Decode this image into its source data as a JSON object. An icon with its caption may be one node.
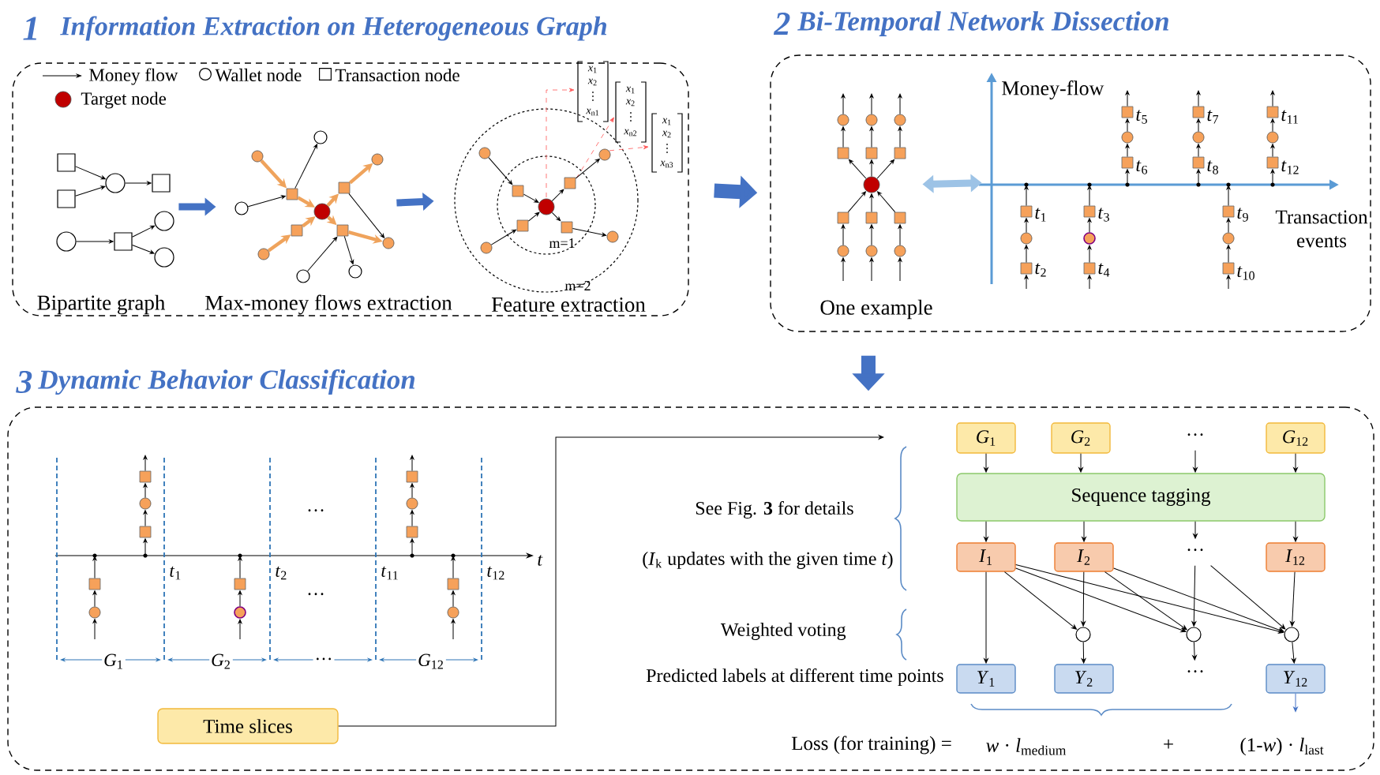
{
  "diagram": {
    "nodes": [
      {
        "text": [
          "1",
          "Information Extraction on Heterogeneous Graph"
        ]
      },
      {
        "text": [
          "2",
          "Bi-Temporal Network Dissection"
        ]
      },
      {
        "text": [
          "3",
          "Dynamic Behavior Classification"
        ]
      },
      {
        "text": [],
        "shape": "picture",
        "in": 0,
        "beside": [
          "Bipartite graph"
        ]
      },
      {
        "text": [],
        "shape": "picture",
        "in": 0,
        "beside": [
          "Max-money flows extraction"
        ]
      },
      {
        "text": [],
        "shape": "picture",
        "in": 0,
        "beside": [
          "Feature extraction"
        ]
      },
      {
        "text": [],
        "shape": "picture",
        "in": 1,
        "beside": [
          "One example"
        ]
      },
      {
        "text": [],
        "shape": "picture",
        "in": 1
      },
      {
        "text": [],
        "shape": "picture",
        "in": 2
      },
      {
        "text": [
          "Time slices"
        ],
        "in": 2
      },
      {
        "text": [
          "*G*$_{1}$"
        ],
        "in": 2
      },
      {
        "text": [
          "*G*$_{2}$"
        ],
        "in": 2
      },
      {
        "text": [
          "···"
        ],
        "in": 2
      },
      {
        "text": [
          "*G*$_{12}$"
        ],
        "in": 2
      },
      {
        "text": [
          "Sequence tagging"
        ],
        "in": 2
      },
      {
        "text": [
          "*I*$_{1}$"
        ],
        "in": 2
      },
      {
        "text": [
          "*I*$_{2}$"
        ],
        "in": 2
      },
      {
        "text": [
          "···"
        ],
        "in": 2
      },
      {
        "text": [
          "*I*$_{12}$"
        ],
        "in": 2
      },
      {
        "text": [],
        "shape": "circle",
        "in": 2
      },
      {
        "text": [],
        "shape": "circle",
        "in": 2
      },
      {
        "text": [],
        "shape": "circle",
        "in": 2
      },
      {
        "text": [
          "*Y*$_{1}$"
        ],
        "in": 2
      },
      {
        "text": [
          "*Y*$_{2}$"
        ],
        "in": 2
      },
      {
        "text": [
          "···"
        ],
        "in": 2
      },
      {
        "text": [
          "*Y*$_{12}$"
        ],
        "in": 2
      }
    ],
    "edges": [
      {
        "from": 0,
        "to": 1,
        "arrow": "to",
        "style": "thick",
        "color": "#4472c4"
      },
      {
        "from": 1,
        "to": 2,
        "arrow": "to",
        "style": "thick",
        "color": "#4472c4"
      },
      {
        "from": 3,
        "to": 4,
        "arrow": "to",
        "style": "thick",
        "color": "#4472c4"
      },
      {
        "from": 4,
        "to": 5,
        "arrow": "to",
        "style": "thick",
        "color": "#4472c4"
      },
      {
        "from": 6,
        "to": 7,
        "arrow": "both",
        "style": "thick",
        "color": "#9dc3e6"
      },
      {
        "from": 9,
        "to": null,
        "arrow": "to"
      },
      {
        "from": 10,
        "to": 14,
        "arrow": "to"
      },
      {
        "from": 11,
        "to": 14,
        "arrow": "to"
      },
      {
        "from": 12,
        "to": 14,
        "arrow": "to"
      },
      {
        "from": 13,
        "to": 14,
        "arrow": "to"
      },
      {
        "from": 14,
        "to": 15,
        "arrow": "to"
      },
      {
        "from": 14,
        "to": 16,
        "arrow": "to"
      },
      {
        "from": 14,
        "to": 17,
        "arrow": "to"
      },
      {
        "from": 14,
        "to": 18,
        "arrow": "to"
      },
      {
        "from": 15,
        "to": 22,
        "arrow": "to"
      },
      {
        "from": 15,
        "to": 19,
        "arrow": "to"
      },
      {
        "from": 15,
        "to": 20,
        "arrow": "to"
      },
      {
        "from": 15,
        "to": 21,
        "arrow": "to"
      },
      {
        "from": 16,
        "to": 19,
        "arrow": "to"
      },
      {
        "from": 16,
        "to": 20,
        "arrow": "to"
      },
      {
        "from": 16,
        "to": 21,
        "arrow": "to"
      },
      {
        "from": 17,
        "to": 20,
        "arrow": "to"
      },
      {
        "from": 17,
        "to": 21,
        "arrow": "to"
      },
      {
        "from": 18,
        "to": 21,
        "arrow": "to"
      },
      {
        "from": 19,
        "to": 23,
        "arrow": "to"
      },
      {
        "from": 20,
        "to": 24,
        "arrow": "to"
      },
      {
        "from": 21,
        "to": 25,
        "arrow": "to"
      },
      {
        "from": 25,
        "to": null,
        "arrow": "to",
        "color": "#4472c4"
      }
    ],
    "labels": [
      "m=1",
      "m=2",
      "*x*$_{1}$",
      "*x*$_{2}$",
      "*x*$_{n1}$",
      "*x*$_{1}$",
      "*x*$_{2}$",
      "*x*$_{n2}$",
      "*x*$_{1}$",
      "*x*$_{2}$",
      "*x*$_{n3}$",
      "Money-flow",
      "Transaction events",
      "*t*$_{1}$",
      "*t*$_{2}$",
      "*t*$_{3}$",
      "*t*$_{4}$",
      "*t*$_{5}$",
      "*t*$_{6}$",
      "*t*$_{7}$",
      "*t*$_{8}$",
      "*t*$_{9}$",
      "*t*$_{10}$",
      "*t*$_{11}$",
      "*t*$_{12}$",
      "*t*",
      "*t*$_{1}$",
      "*t*$_{2}$",
      "*t*$_{11}$",
      "*t*$_{12}$",
      "···",
      "···",
      "*G*$_{1}$",
      "*G*$_{2}$",
      "···",
      "*G*$_{12}$",
      "See Fig. **3** for details",
      "(*I*$_{k}$ updates with the given time *t*)",
      "Weighted voting",
      "Predicted labels at different time points",
      "Loss (for training) =",
      "*w* · *l*$_{medium}$",
      "+",
      "(1-*w*) · *l*$_{last}$"
    ],
    "legend": [
      {
        "text": "Money flow"
      },
      {
        "text": "Wallet node"
      },
      {
        "text": "Transaction node"
      },
      {
        "text": "Target node"
      }
    ]
  }
}
